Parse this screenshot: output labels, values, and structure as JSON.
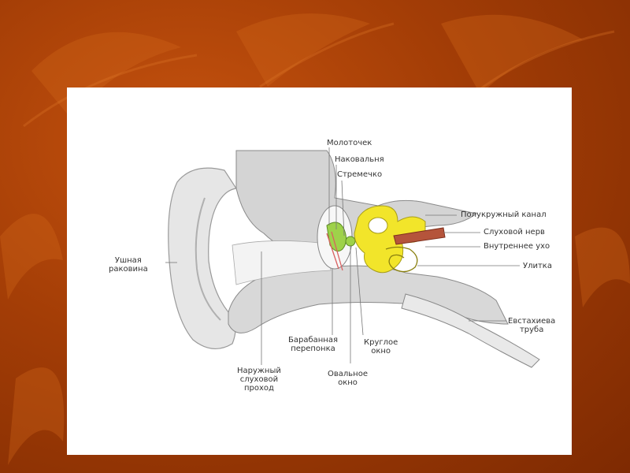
{
  "labels": {
    "malleus": "Молоточек",
    "incus": "Наковальня",
    "stapes": "Стремечко",
    "semicircular_canal": "Полукружный канал",
    "auditory_nerve": "Слуховой нерв",
    "inner_ear": "Внутреннее ухо",
    "cochlea": "Улитка",
    "eustachian_tube_line1": "Евстахиева",
    "eustachian_tube_line2": "труба",
    "auricle_line1": "Ушная",
    "auricle_line2": "раковина",
    "eardrum_line1": "Барабанная",
    "eardrum_line2": "перепонка",
    "round_window_line1": "Круглое",
    "round_window_line2": "окно",
    "oval_window_line1": "Овальное",
    "oval_window_line2": "окно",
    "ear_canal_line1": "Наружный",
    "ear_canal_line2": "слуховой",
    "ear_canal_line3": "проход"
  },
  "colors": {
    "background": "#a33d06",
    "inner_ear": "#f2e52a",
    "ossicles": "#9ed24a",
    "nerve": "#b5543b",
    "bone": "#cfcfcf"
  }
}
